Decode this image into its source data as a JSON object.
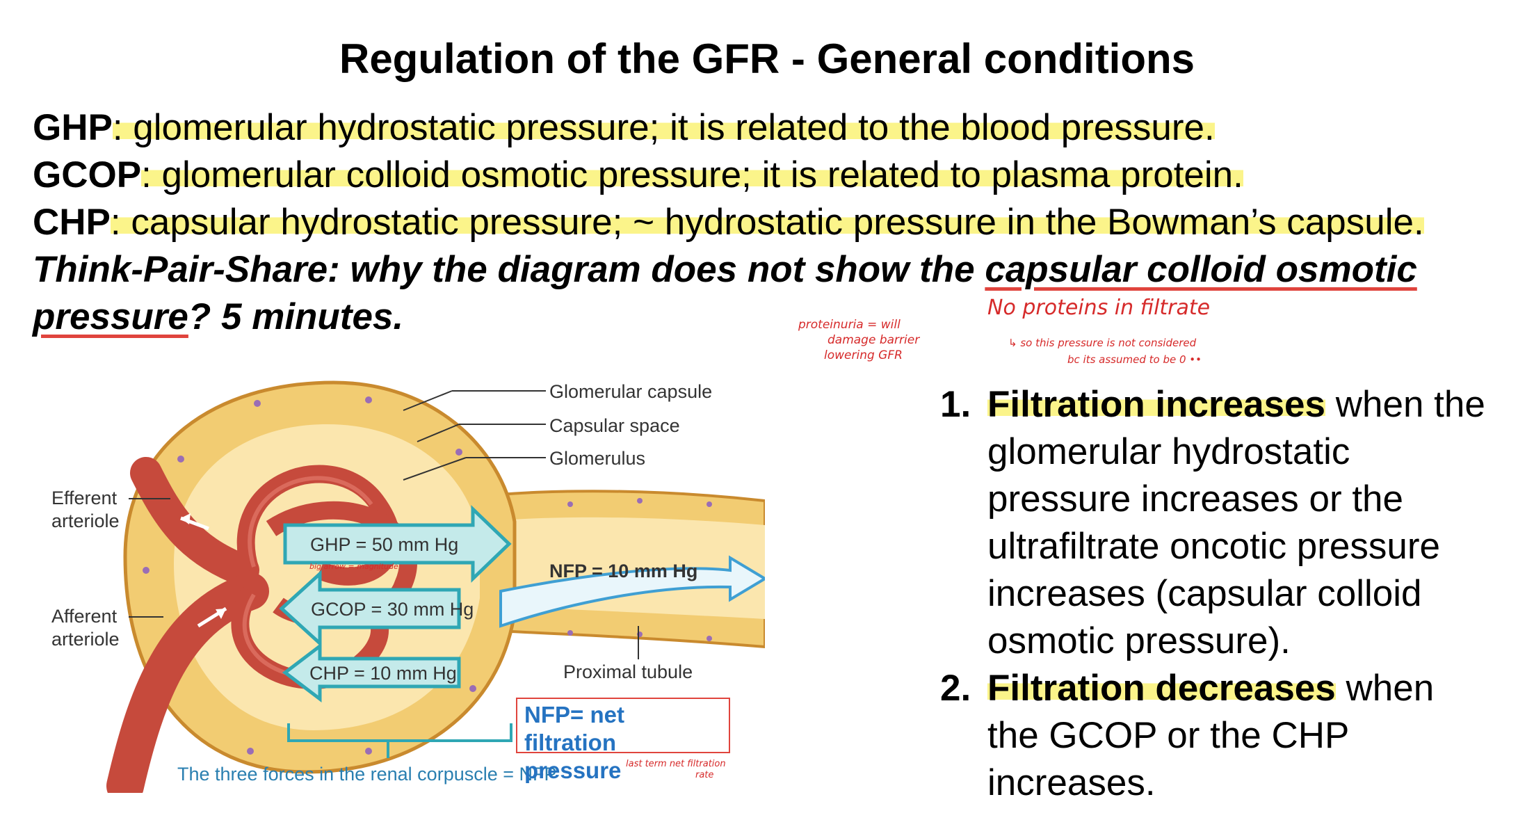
{
  "title": "Regulation of the GFR - General conditions",
  "definitions": [
    {
      "term": "GHP",
      "text": ": glomerular hydrostatic pressure; it is related to the blood pressure."
    },
    {
      "term": "GCOP",
      "text": ": glomerular colloid osmotic pressure; it is related to plasma protein."
    },
    {
      "term": "CHP",
      "text": ": capsular hydrostatic pressure; ~ hydrostatic pressure in the Bowman’s capsule."
    }
  ],
  "think_pair_share": {
    "lead": "Think-Pair-Share: why the diagram does not show the ",
    "underlined_1": "capsular colloid osmotic",
    "underlined_2": "pressure",
    "tail": "? 5 minutes."
  },
  "handwritten_notes": {
    "no_protein": "No proteins in filtrate",
    "so_this": "↳ so this pressure is not considered",
    "bc": "bc its assumed to be 0 ••",
    "proteinuria_1": "proteinuria = will",
    "proteinuria_2": "damage barrier",
    "proteinuria_3": "lowering GFR",
    "big_arrow": "big arrow = magnitude",
    "nfp_term": "last term net filtration",
    "nfp_term_2": "rate"
  },
  "diagram": {
    "labels": {
      "glomerular_capsule": "Glomerular capsule",
      "capsular_space": "Capsular space",
      "glomerulus": "Glomerulus",
      "efferent_1": "Efferent",
      "efferent_2": "arteriole",
      "afferent_1": "Afferent",
      "afferent_2": "arteriole",
      "proximal_tubule": "Proximal tubule",
      "caption": "The three forces in the renal corpuscle = NFP"
    },
    "arrows": {
      "ghp": "GHP = 50 mm Hg",
      "gcop": "GCOP = 30 mm Hg",
      "chp": "CHP = 10 mm Hg",
      "nfp": "NFP = 10 mm Hg"
    },
    "colors": {
      "arrow_fill": "#c4eaea",
      "arrow_stroke": "#2fa7b4",
      "vessel": "#c64a3c",
      "tissue": "#f2cc72"
    }
  },
  "nfp_box": {
    "line1": "NFP= net filtration",
    "line2": "pressure"
  },
  "list": [
    {
      "num": "1.",
      "bold": "Filtration increases",
      "rest": " when the glomerular hydrostatic pressure increases or the ultrafiltrate oncotic pressure increases (capsular colloid osmotic pressure)."
    },
    {
      "num": "2.",
      "bold": "Filtration decreases",
      "rest": " when the GCOP or the CHP increases."
    }
  ]
}
